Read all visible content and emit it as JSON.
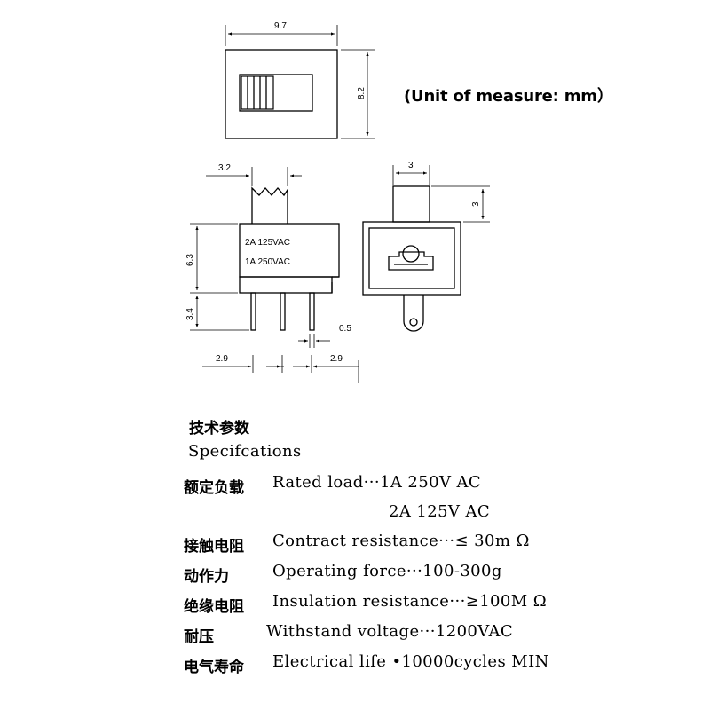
{
  "diagram": {
    "unit_note": "(Unit of measure: mm）",
    "dimensions": {
      "width": "9.7",
      "height": "8.2",
      "actuator_width": "3.2",
      "side_width": "3",
      "side_height": "3",
      "body_height": "6.3",
      "pin_length": "3.4",
      "pin_thickness": "0.5",
      "pin_pitch_left": "2.9",
      "pin_pitch_right": "2.9"
    },
    "body_ratings": [
      "2A 125VAC",
      "1A 250VAC"
    ]
  },
  "specs": {
    "title_cn": "技术参数",
    "title_en": "Specifcations",
    "rows": [
      {
        "cn": "额定负载",
        "en": "Rated load···1A 250V AC"
      },
      {
        "cn": "",
        "en": "2A 125V AC"
      },
      {
        "cn": "接触电阻",
        "en": "Contract resistance···≤ 30m Ω"
      },
      {
        "cn": "动作力",
        "en": "Operating force···100-300g"
      },
      {
        "cn": "绝缘电阻",
        "en": "Insulation resistance···≥100M Ω"
      },
      {
        "cn": "耐压",
        "en": "Withstand voltage···1200VAC"
      },
      {
        "cn": "电气寿命",
        "en": "Electrical life •10000cycles MIN"
      }
    ]
  }
}
